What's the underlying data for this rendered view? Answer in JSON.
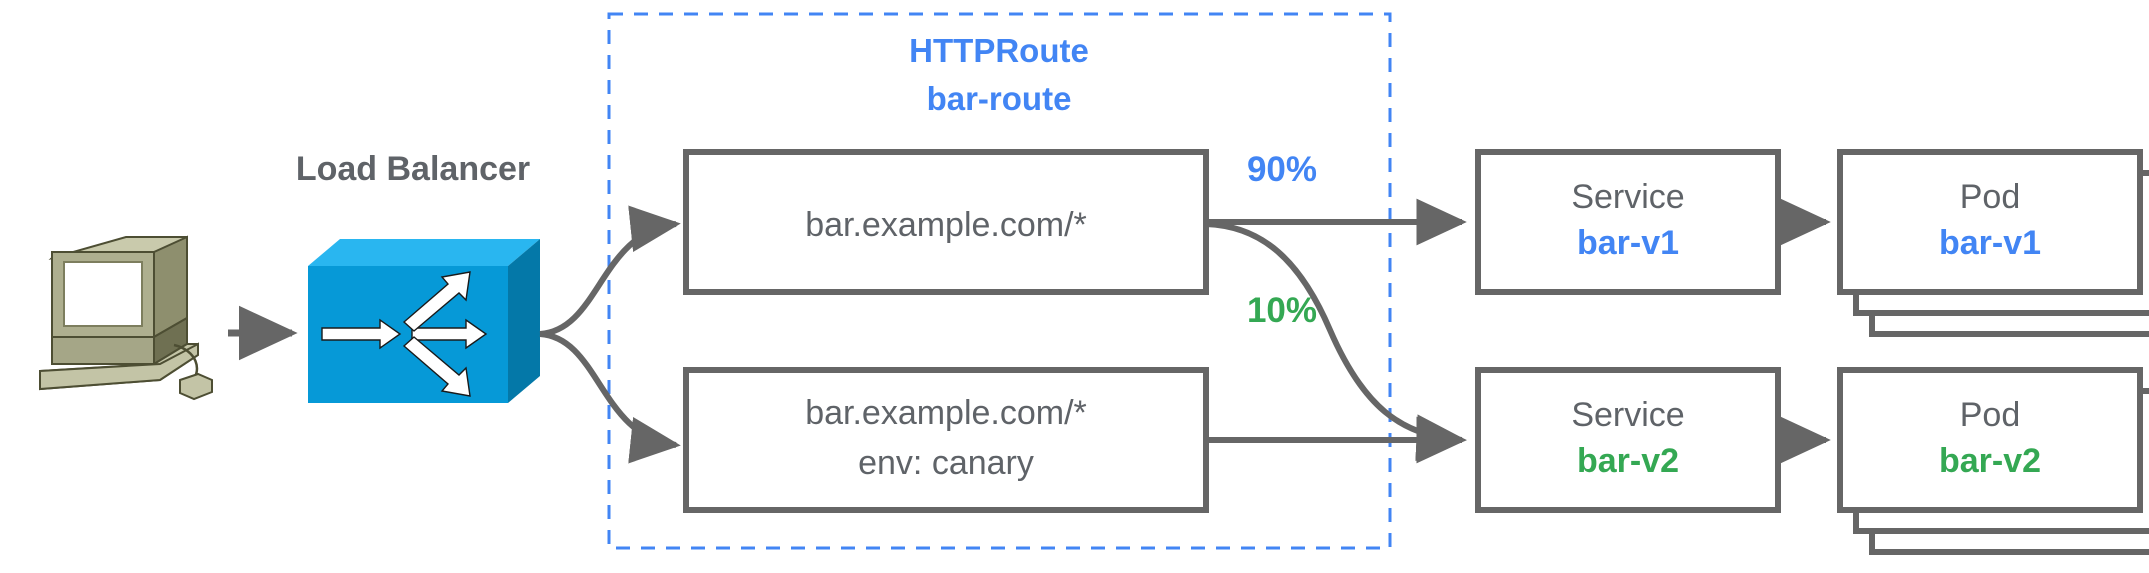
{
  "diagram": {
    "title_hidden": "",
    "colors": {
      "blue": "#4285F4",
      "green": "#34A853",
      "gray_text": "#616161",
      "gray_stroke": "#666666",
      "switch_blue": "#0699D7",
      "switch_blue_dark": "#0478A8",
      "switch_blue_light": "#29B6F0",
      "computer_body": "#ADAE8C",
      "computer_light": "#C7C8AA",
      "computer_dark": "#8E8F6E",
      "background": "#FFFFFF"
    },
    "client": {
      "icon": "desktop-computer-icon",
      "label": ""
    },
    "load_balancer": {
      "label": "Load Balancer",
      "icon": "network-switch-icon"
    },
    "httproute_group": {
      "kind_label": "HTTPRoute",
      "name_label": "bar-route",
      "border_style": "dashed"
    },
    "rules": [
      {
        "id": "rule-1",
        "lines": [
          "bar.example.com/*"
        ],
        "weights": [
          {
            "label": "90%",
            "color": "#4285F4",
            "target": "bar-v1"
          },
          {
            "label": "10%",
            "color": "#34A853",
            "target": "bar-v2"
          }
        ]
      },
      {
        "id": "rule-2",
        "lines": [
          "bar.example.com/*",
          "env: canary"
        ],
        "weights": []
      }
    ],
    "services": [
      {
        "id": "service-bar-v1",
        "kind_label": "Service",
        "name_label": "bar-v1",
        "color": "#4285F4"
      },
      {
        "id": "service-bar-v2",
        "kind_label": "Service",
        "name_label": "bar-v2",
        "color": "#34A853"
      }
    ],
    "pods": [
      {
        "id": "pod-bar-v1",
        "kind_label": "Pod",
        "name_label": "bar-v1",
        "color": "#4285F4",
        "stack_count": 3
      },
      {
        "id": "pod-bar-v2",
        "kind_label": "Pod",
        "name_label": "bar-v2",
        "color": "#34A853",
        "stack_count": 3
      }
    ]
  }
}
